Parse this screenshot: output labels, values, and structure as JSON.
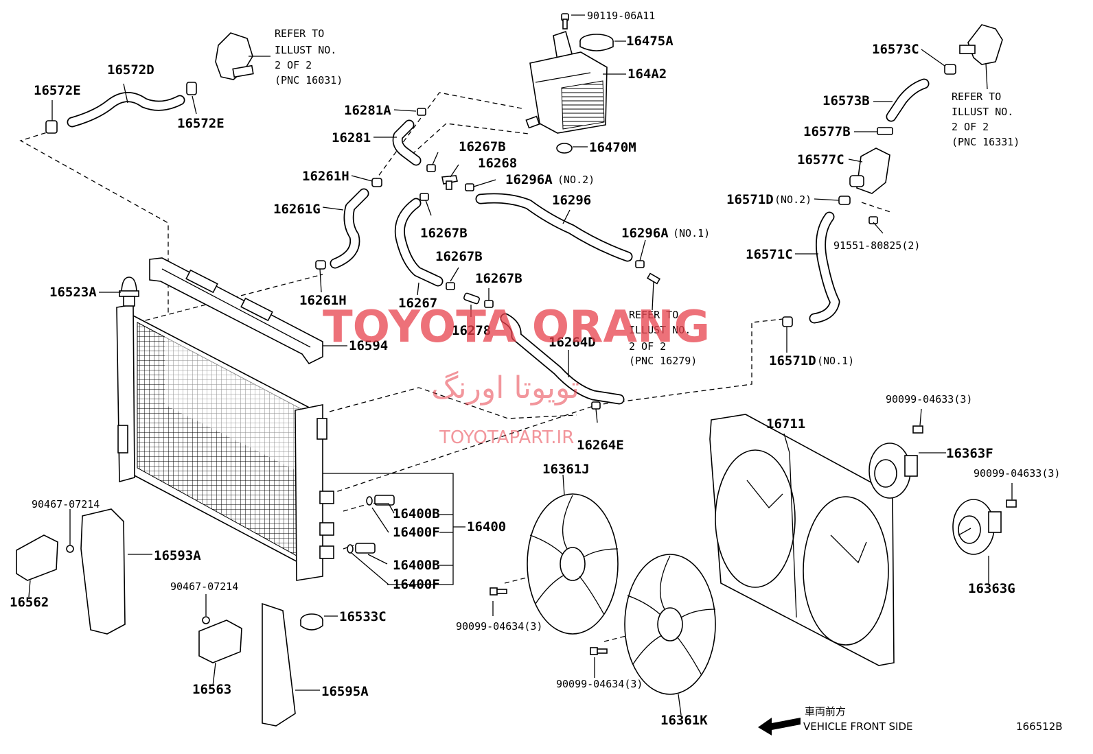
{
  "diagram": {
    "parts": [
      {
        "id": "p90119",
        "label": "90119-06A11"
      },
      {
        "id": "p16475A",
        "label": "16475A"
      },
      {
        "id": "p164A2",
        "label": "164A2"
      },
      {
        "id": "p16281A",
        "label": "16281A"
      },
      {
        "id": "p16281",
        "label": "16281"
      },
      {
        "id": "p16267B_1",
        "label": "16267B"
      },
      {
        "id": "p16268",
        "label": "16268"
      },
      {
        "id": "p16470M",
        "label": "16470M"
      },
      {
        "id": "p16261H_1",
        "label": "16261H"
      },
      {
        "id": "p16296A_2",
        "label": "16296A"
      },
      {
        "id": "p16296",
        "label": "16296"
      },
      {
        "id": "p16261G",
        "label": "16261G"
      },
      {
        "id": "p16267B_2",
        "label": "16267B"
      },
      {
        "id": "p16296A_1",
        "label": "16296A"
      },
      {
        "id": "p16267B_3",
        "label": "16267B"
      },
      {
        "id": "p16267B_4",
        "label": "16267B"
      },
      {
        "id": "p16523A",
        "label": "16523A"
      },
      {
        "id": "p16261H_2",
        "label": "16261H"
      },
      {
        "id": "p16267",
        "label": "16267"
      },
      {
        "id": "p16278",
        "label": "16278"
      },
      {
        "id": "p16594",
        "label": "16594"
      },
      {
        "id": "p16264D",
        "label": "16264D"
      },
      {
        "id": "p16264E",
        "label": "16264E"
      },
      {
        "id": "p16572D",
        "label": "16572D"
      },
      {
        "id": "p16572E_1",
        "label": "16572E"
      },
      {
        "id": "p16572E_2",
        "label": "16572E"
      },
      {
        "id": "p16573C",
        "label": "16573C"
      },
      {
        "id": "p16573B",
        "label": "16573B"
      },
      {
        "id": "p16577B",
        "label": "16577B"
      },
      {
        "id": "p16577C",
        "label": "16577C"
      },
      {
        "id": "p16571D_2",
        "label": "16571D"
      },
      {
        "id": "p91551",
        "label": "91551-80825(2)"
      },
      {
        "id": "p16571C",
        "label": "16571C"
      },
      {
        "id": "p16571D_1",
        "label": "16571D"
      },
      {
        "id": "p16711",
        "label": "16711"
      },
      {
        "id": "p90099_04633_a",
        "label": "90099-04633(3)"
      },
      {
        "id": "p16363F",
        "label": "16363F"
      },
      {
        "id": "p90099_04633_b",
        "label": "90099-04633(3)"
      },
      {
        "id": "p16363G",
        "label": "16363G"
      },
      {
        "id": "p16361J",
        "label": "16361J"
      },
      {
        "id": "p16361K",
        "label": "16361K"
      },
      {
        "id": "p90099_04634_a",
        "label": "90099-04634(3)"
      },
      {
        "id": "p90099_04634_b",
        "label": "90099-04634(3)"
      },
      {
        "id": "p16400B_1",
        "label": "16400B"
      },
      {
        "id": "p16400F_1",
        "label": "16400F"
      },
      {
        "id": "p16400",
        "label": "16400"
      },
      {
        "id": "p16400B_2",
        "label": "16400B"
      },
      {
        "id": "p16400F_2",
        "label": "16400F"
      },
      {
        "id": "p90467_a",
        "label": "90467-07214"
      },
      {
        "id": "p16593A",
        "label": "16593A"
      },
      {
        "id": "p16562",
        "label": "16562"
      },
      {
        "id": "p90467_b",
        "label": "90467-07214"
      },
      {
        "id": "p16533C",
        "label": "16533C"
      },
      {
        "id": "p16563",
        "label": "16563"
      },
      {
        "id": "p16595A",
        "label": "16595A"
      }
    ],
    "qualifiers": {
      "no2": "(NO.2)",
      "no1": "(NO.1)"
    },
    "refs": {
      "r16031": [
        "REFER TO",
        "ILLUST NO.",
        "2 OF 2",
        "(PNC 16031)"
      ],
      "r16331": [
        "REFER TO",
        "ILLUST NO.",
        "2 OF 2",
        "(PNC 16331)"
      ],
      "r16279": [
        "REFER TO",
        "ILLUST NO.",
        "2 OF 2",
        "(PNC 16279)"
      ]
    },
    "front": {
      "jp": "車両前方",
      "en": "VEHICLE FRONT SIDE"
    },
    "figure_id": "166512B"
  },
  "watermark": {
    "main": "TOYOTA ORANG",
    "farsi": "تویوتا اورنگ",
    "site": "TOYOTAPART.IR"
  }
}
